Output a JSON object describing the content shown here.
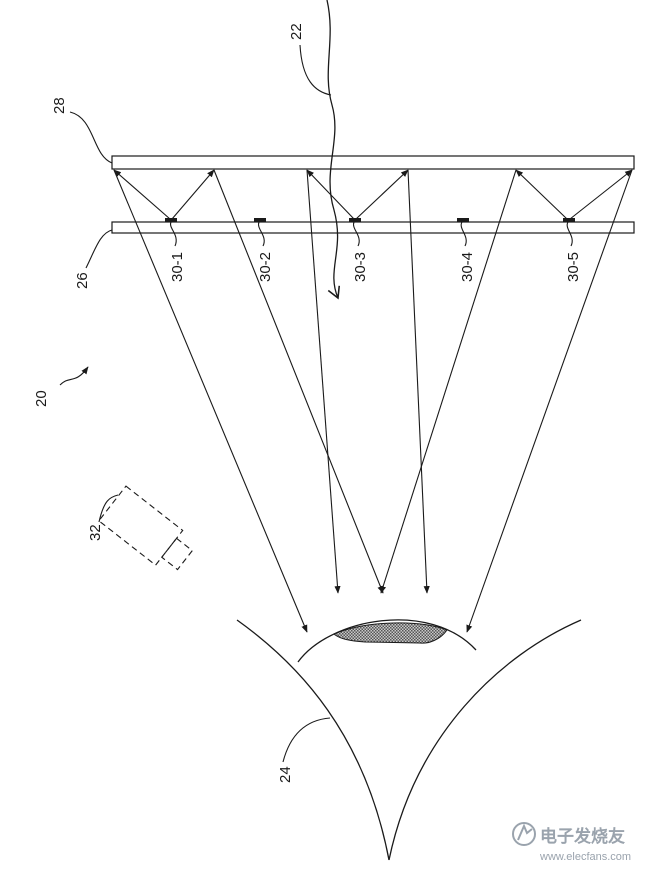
{
  "labels": {
    "system": "20",
    "light": "22",
    "eye": "24",
    "inner_plate": "26",
    "outer_plate": "28",
    "camera": "32",
    "e1": "30-1",
    "e2": "30-2",
    "e3": "30-3",
    "e4": "30-4",
    "e5": "30-5"
  },
  "watermark": {
    "cn": "电子发烧友",
    "url": "www.elecfans.com"
  }
}
